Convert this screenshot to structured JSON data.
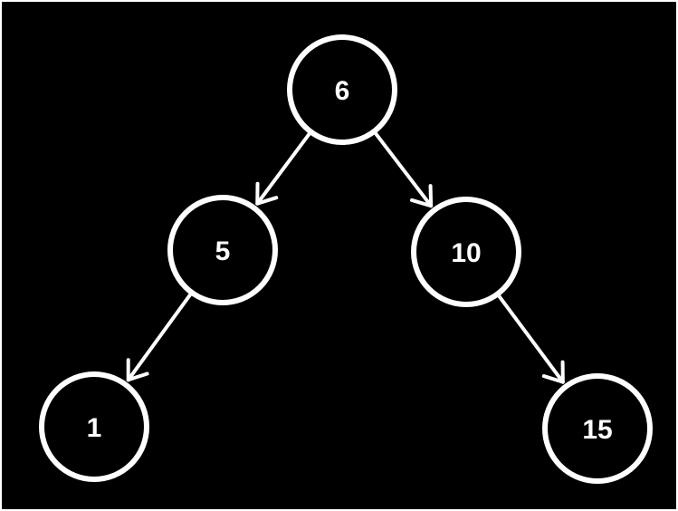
{
  "colors": {
    "background": "#000000",
    "stroke": "#ffffff",
    "text": "#ffffff",
    "frame": "#ffffff"
  },
  "tree": {
    "nodes": [
      {
        "id": "n6",
        "label": "6"
      },
      {
        "id": "n5",
        "label": "5"
      },
      {
        "id": "n10",
        "label": "10"
      },
      {
        "id": "n1",
        "label": "1"
      },
      {
        "id": "n15",
        "label": "15"
      }
    ],
    "edges": [
      {
        "from": "n6",
        "to": "n5"
      },
      {
        "from": "n6",
        "to": "n10"
      },
      {
        "from": "n5",
        "to": "n1"
      },
      {
        "from": "n10",
        "to": "n15"
      }
    ]
  }
}
